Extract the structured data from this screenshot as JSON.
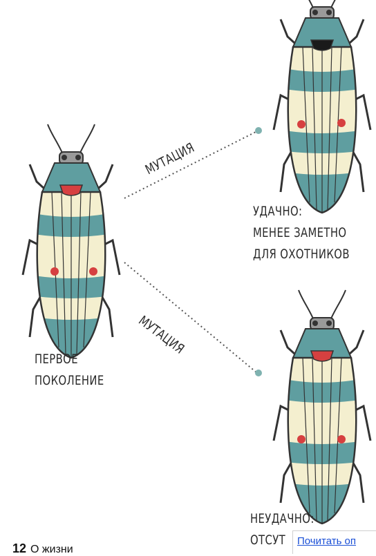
{
  "labels": {
    "mutation_top": "МУТАЦИЯ",
    "mutation_bottom": "МУТАЦИЯ",
    "first_gen_line1": "ПЕРВОЕ",
    "first_gen_line2": "ПОКОЛЕНИЕ",
    "success_line1": "УДАЧНО:",
    "success_line2": "МЕНЕЕ ЗАМЕТНО",
    "success_line3": "ДЛЯ ОХОТНИКОВ",
    "fail_line1": "НЕУДАЧНО:",
    "fail_line2": "ОТСУТ"
  },
  "footer": {
    "page_number": "12",
    "chapter_title": "О жизни"
  },
  "overlay": {
    "link_text": "Почитать оп"
  },
  "colors": {
    "teal": "#5f9ea0",
    "cream": "#f4efcf",
    "red": "#d64040",
    "head_black": "#1a1a1a",
    "grey": "#9a9a9a",
    "dots": "#7fb2b0"
  }
}
